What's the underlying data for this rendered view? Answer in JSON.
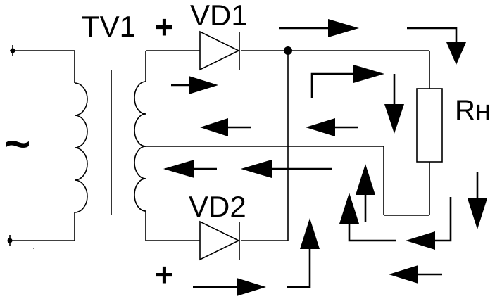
{
  "labels": {
    "transformer": "TV1",
    "diode_top": "VD1",
    "diode_bottom": "VD2",
    "load": "Rн",
    "ac_source": "~",
    "plus_top": "+",
    "plus_bottom": "+"
  }
}
